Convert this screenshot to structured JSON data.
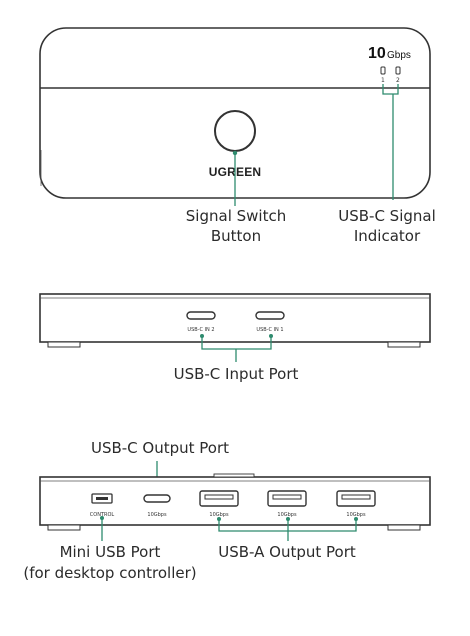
{
  "brand": "UGREEN",
  "speed": {
    "number": "10",
    "unit": "Gbps"
  },
  "led_labels": [
    "1",
    "2"
  ],
  "top_view": {
    "callout_button": [
      "Signal Switch",
      "Button"
    ],
    "callout_indicator": [
      "USB-C Signal",
      "Indicator"
    ]
  },
  "rear_view": {
    "port_labels": [
      "USB-C IN 2",
      "USB-C IN 1"
    ],
    "callout": "USB-C Input Port"
  },
  "front_view": {
    "control_label": "CONTROL",
    "usbc_out_label": "10Gbps",
    "usba_labels": [
      "10Gbps",
      "10Gbps",
      "10Gbps"
    ],
    "callout_usbc_output": "USB-C Output Port",
    "callout_mini_usb": [
      "Mini USB Port",
      "(for desktop controller)"
    ],
    "callout_usba": "USB-A Output Port"
  },
  "colors": {
    "leader_line": "#2e8b6e",
    "outline": "#333333"
  }
}
